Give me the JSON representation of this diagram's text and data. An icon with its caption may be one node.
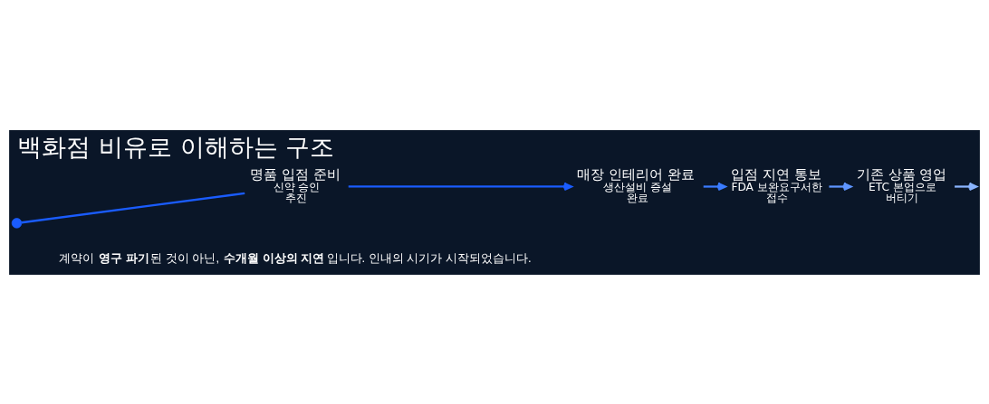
{
  "diagram": {
    "title": "백화점 비유로 이해하는 구조",
    "nodes": [
      {
        "text": [],
        "shape": "circle"
      },
      {
        "text": [
          "명품 입점 준비",
          "신약 승인 추진"
        ]
      },
      {
        "text": [
          "매장 인테리어 완료",
          "생산설비 증설 완료"
        ]
      },
      {
        "text": [
          "입점 지연 통보",
          "FDA 보완요구서한 접수"
        ]
      },
      {
        "text": [
          "기존 상품 영업",
          "ETC 본업으로 버티기"
        ]
      }
    ],
    "edges": [
      {
        "from": 0,
        "to": 1,
        "arrow": "none",
        "color": "#1a5cff"
      },
      {
        "from": 1,
        "to": 2,
        "arrow": "to",
        "color": "#1a5cff"
      },
      {
        "from": 2,
        "to": 3,
        "arrow": "to",
        "color": "#3a7bff"
      },
      {
        "from": 3,
        "to": 4,
        "arrow": "to",
        "color": "#5e95ff"
      },
      {
        "from": 4,
        "to": null,
        "arrow": "to",
        "color": "#8ab4ff"
      }
    ],
    "labels": [
      "계약이 **영구 파기**된 것이 아닌, **수개월 이상의 지연**입니다. 인내의 시기가 시작되었습니다."
    ]
  }
}
